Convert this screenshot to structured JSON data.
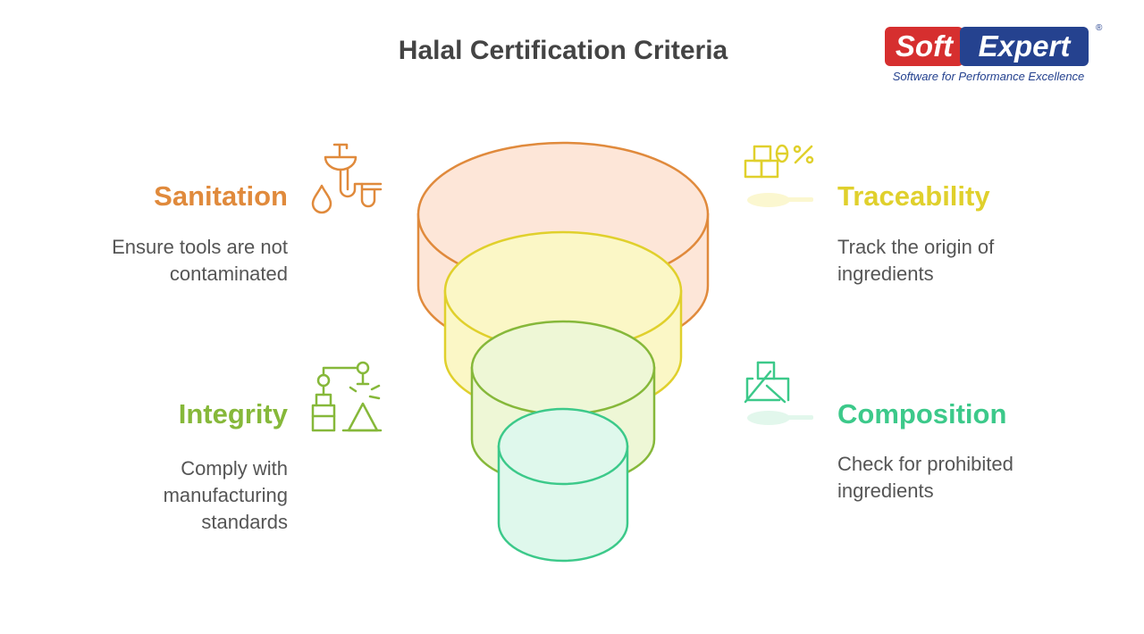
{
  "title": "Halal Certification Criteria",
  "logo": {
    "word1": "Soft",
    "word2": "Expert",
    "registered": "®",
    "tagline": "Software for Performance Excellence",
    "colors": {
      "red": "#d62f2f",
      "blue": "#25428f"
    }
  },
  "criteria": [
    {
      "name": "Sanitation",
      "description_lines": [
        "Ensure tools are not",
        "contaminated"
      ],
      "color": "#e08a3c",
      "icon": "sink-pipe-icon"
    },
    {
      "name": "Traceability",
      "description_lines": [
        "Track the origin of",
        "ingredients"
      ],
      "color": "#e0d02c",
      "icon": "ingredient-percent-icon"
    },
    {
      "name": "Integrity",
      "description_lines": [
        "Comply with",
        "manufacturing",
        "standards"
      ],
      "color": "#86b83a",
      "icon": "robot-arm-icon"
    },
    {
      "name": "Composition",
      "description_lines": [
        "Check for prohibited",
        "ingredients"
      ],
      "color": "#3cc98a",
      "icon": "prohibited-box-icon"
    }
  ]
}
